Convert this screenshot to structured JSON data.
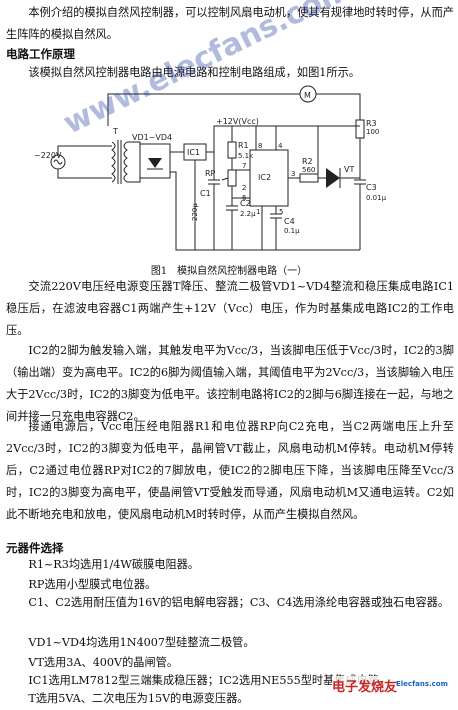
{
  "intro": "本例介绍的模拟自然风控制器，可以控制风扇电动机，使其有规律地时转时停，从而产生阵阵的模拟自然风。",
  "section1_title": "电路工作原理",
  "section1_intro": "该模拟自然风控制器电路由电源电路和控制电路组成，如图1所示。",
  "figure": {
    "caption": "图1　模拟自然风控制器电路（一）",
    "labels": {
      "ac": "~220V",
      "t": "T",
      "bridge": "VD1~VD4",
      "ic1": "IC1",
      "supply": "+12V(Vcc)",
      "r1": "R1",
      "r1v": "5.1k",
      "rp": "RP",
      "c1": "C1",
      "c1v": "220μ",
      "c2": "C2",
      "c2v": "2.2μ",
      "ic2": "IC2",
      "c4": "C4",
      "c4v": "0.1μ",
      "r2": "R2",
      "r2v": "560",
      "vt": "VT",
      "r3": "R3",
      "r3v": "100",
      "c3": "C3",
      "c3v": "0.01μ",
      "m": "M",
      "p8": "8",
      "p4": "4",
      "p7": "7",
      "p2": "2",
      "p6": "6",
      "p3": "3",
      "p1": "1",
      "p5": "5"
    }
  },
  "para1": "交流220V电压经电源变压器T降压、整流二极管VD1~VD4整流和稳压集成电路IC1稳压后，在滤波电容器C1两端产生+12V（Vcc）电压，作为时基集成电路IC2的工作电压。",
  "para2": "IC2的2脚为触发输入端，其触发电平为Vcc/3，当该脚电压低于Vcc/3时，IC2的3脚（输出端）变为高电平。IC2的6脚为阈值输入端，其阈值电平为2Vcc/3，当该脚输入电压大于2Vcc/3时，IC2的3脚变为低电平。该控制电路将IC2的2脚与6脚连接在一起，与地之间并接一只充电电容器C2。",
  "para3": "接通电源后，Vcc电压经电阻器R1和电位器RP向C2充电，当C2两端电压上升至2Vcc/3时，IC2的3脚变为低电平，晶闸管VT截止，风扇电动机M停转。电动机M停转后，C2通过电位器RP对IC2的7脚放电，使IC2的2脚电压下降，当该脚电压降至Vcc/3时，IC2的3脚变为高电平，使晶闸管VT受触发而导通，风扇电动机M又通电运转。C2如此不断地充电和放电，使风扇电动机M时转时停，从而产生模拟自然风。",
  "section2_title": "元器件选择",
  "parts": [
    "R1~R3均选用1/4W碳膜电阻器。",
    "RP选用小型膜式电位器。",
    "C1、C2选用耐压值为16V的铝电解电容器；C3、C4选用涤纶电容器或独石电容器。",
    "VD1~VD4均选用1N4007型硅整流二极管。",
    "VT选用3A、400V的晶闸管。",
    "IC1选用LM7812型三端集成稳压器；IC2选用NE555型时基集成电路。",
    "T选用5VA、二次电压为15V的电源变压器。"
  ],
  "watermark1": "www.elecfans.com",
  "watermark2": "电子发烧友",
  "watermark3": "Elecfans.com"
}
